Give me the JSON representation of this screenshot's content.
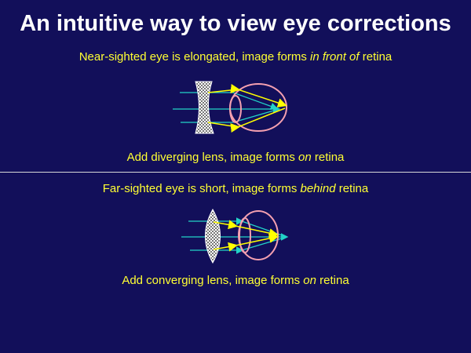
{
  "title": "An intuitive way to view eye corrections",
  "near": {
    "pre": "Near-sighted eye is elongated, image forms ",
    "em": "in front of",
    "post": " retina",
    "fix_pre": "Add diverging lens, image forms ",
    "fix_em": "on",
    "fix_post": " retina"
  },
  "far": {
    "pre": "Far-sighted eye is short, image forms ",
    "em": "behind",
    "post": " retina",
    "fix_pre": "Add converging lens, image forms ",
    "fix_em": "on",
    "fix_post": " retina"
  },
  "colors": {
    "background": "#120f5a",
    "caption": "#ffff33",
    "ray_cyan": "#22d3c8",
    "ray_yellow": "#ffff00",
    "eye": "#f4a0b0"
  }
}
